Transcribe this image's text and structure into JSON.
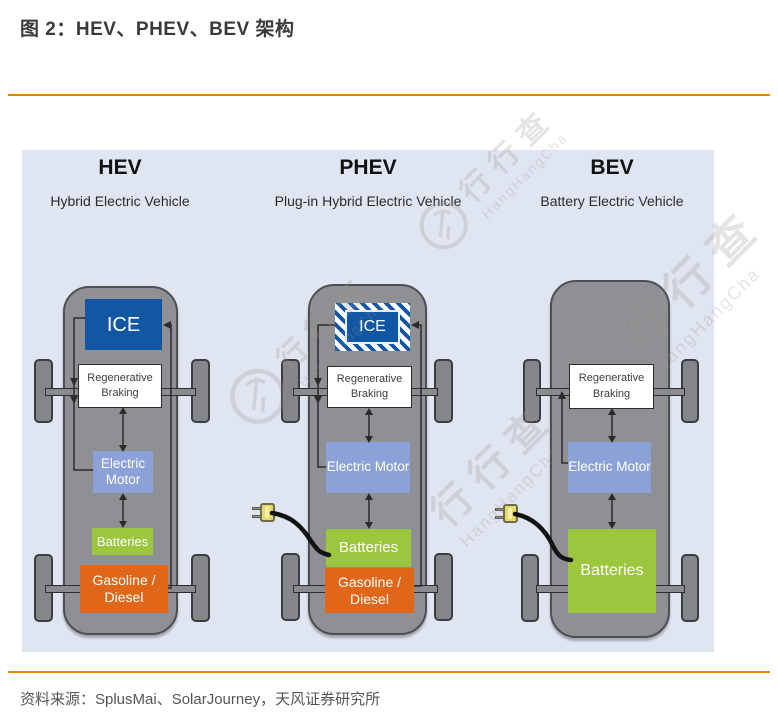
{
  "figure": {
    "title": "图 2：HEV、PHEV、BEV 架构",
    "source": "资料来源：SplusMai、SolarJourney，天风证券研究所"
  },
  "watermark": {
    "cn": "行行查",
    "en": "HangHangCha"
  },
  "colors": {
    "accent_orange": "#f07d00",
    "panel_background": "#dfe5f1",
    "ice_blue": "#1157a4",
    "motor_blue": "#8ba1d7",
    "battery_green": "#9cc63d",
    "fuel_orange": "#e0671a",
    "car_body_gray": "#8f9094"
  },
  "labels": {
    "ice": "ICE",
    "regenerative_braking": "Regenerative Braking",
    "electric_motor": "Electric Motor",
    "batteries": "Batteries",
    "fuel": "Gasoline / Diesel"
  },
  "columns": [
    {
      "abbr": "HEV",
      "name": "Hybrid Electric Vehicle"
    },
    {
      "abbr": "PHEV",
      "name": "Plug-in Hybrid Electric Vehicle"
    },
    {
      "abbr": "BEV",
      "name": "Battery Electric Vehicle"
    }
  ]
}
